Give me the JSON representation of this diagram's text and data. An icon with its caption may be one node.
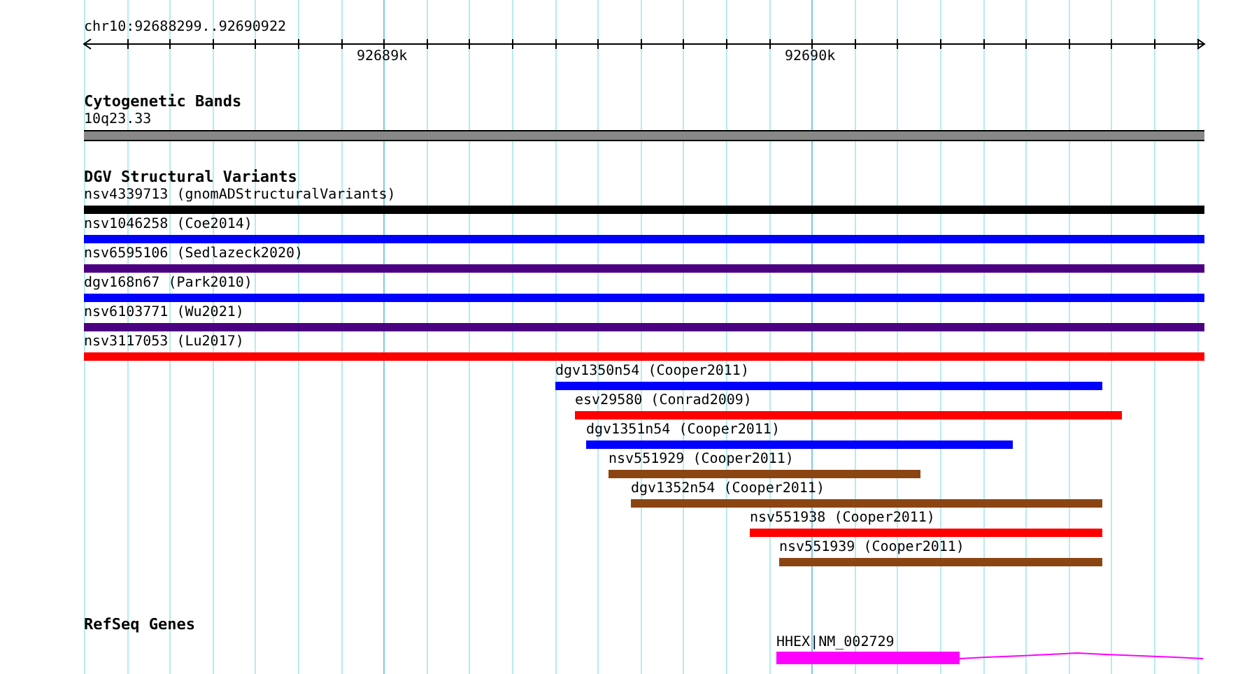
{
  "diagram": {
    "title": "chr10:92688299..92690922",
    "nodes": [
      {
        "text": [
          "10q23.33"
        ]
      },
      {
        "text": [
          "nsv4339713 (gnomADStructuralVariants)"
        ]
      },
      {
        "text": [
          "nsv1046258 (Coe2014)"
        ]
      },
      {
        "text": [
          "nsv6595106 (Sedlazeck2020)"
        ]
      },
      {
        "text": [
          "dgv168n67 (Park2010)"
        ]
      },
      {
        "text": [
          "nsv6103771 (Wu2021)"
        ]
      },
      {
        "text": [
          "nsv3117053 (Lu2017)"
        ]
      },
      {
        "text": [
          "dgv1350n54 (Cooper2011)"
        ]
      },
      {
        "text": [
          "esv29580 (Conrad2009)"
        ]
      },
      {
        "text": [
          "dgv1351n54 (Cooper2011)"
        ]
      },
      {
        "text": [
          "nsv551929 (Cooper2011)"
        ]
      },
      {
        "text": [
          "dgv1352n54 (Cooper2011)"
        ]
      },
      {
        "text": [
          "nsv551938 (Cooper2011)"
        ]
      },
      {
        "text": [
          "nsv551939 (Cooper2011)"
        ]
      },
      {
        "text": [
          "HHEX|NM_002729"
        ]
      }
    ],
    "edges": [],
    "labels": [
      "92689k",
      "92690k",
      "Cytogenetic Bands",
      "DGV Structural Variants",
      "RefSeq Genes"
    ]
  }
}
